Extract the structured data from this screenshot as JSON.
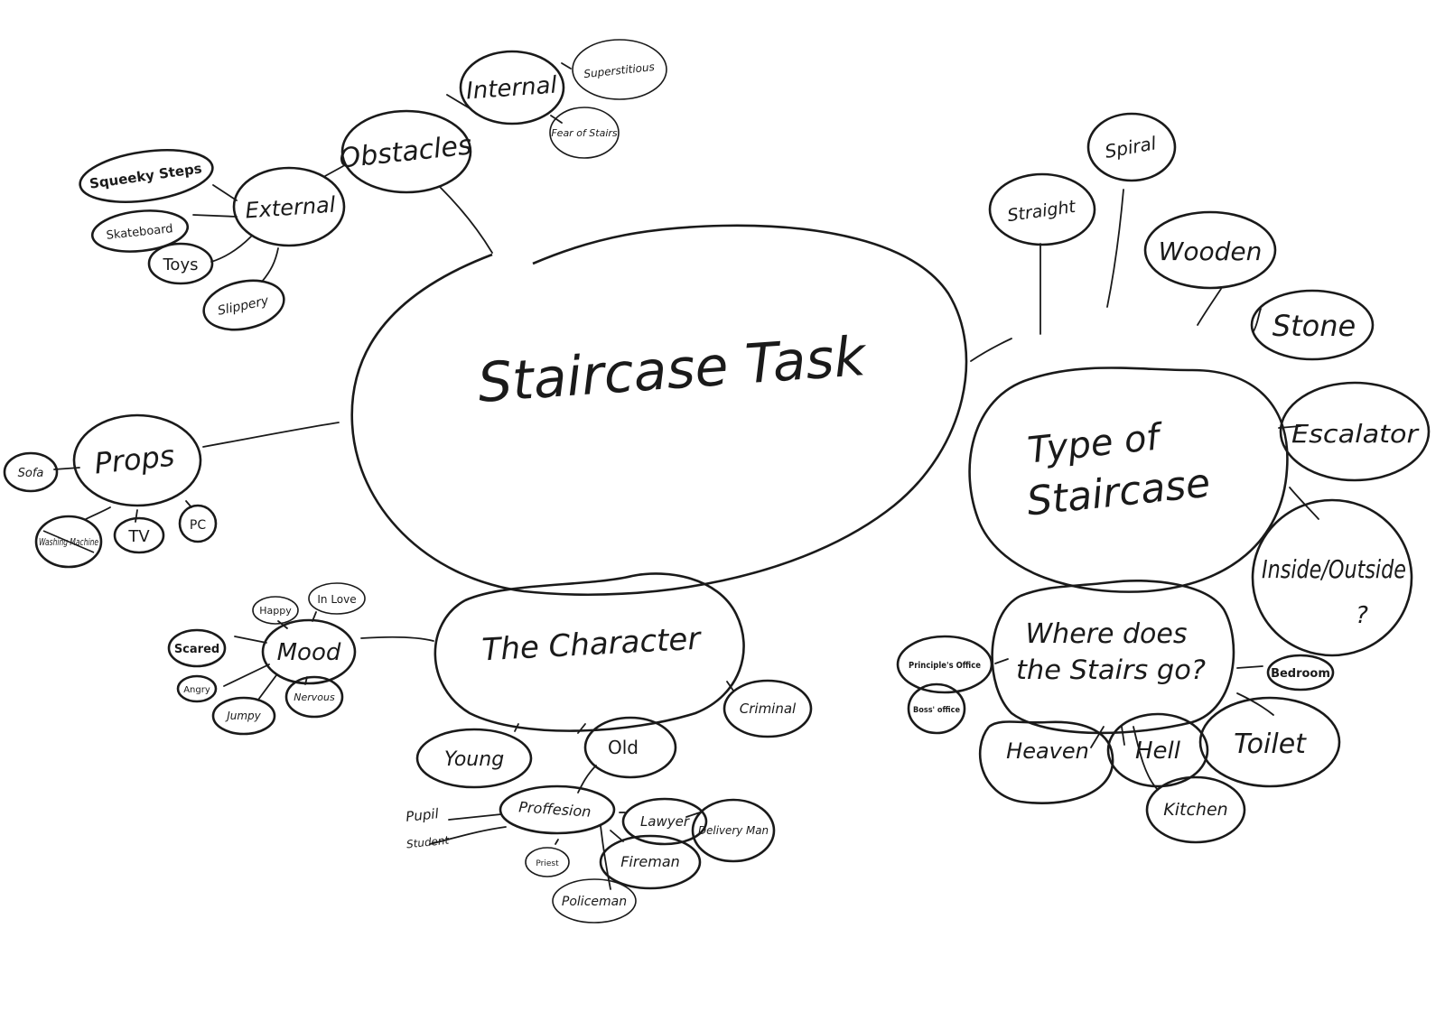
{
  "center": {
    "label": "Staircase Task"
  },
  "obstacles": {
    "label": "Obstacles",
    "internal": {
      "label": "Internal",
      "items": [
        "Superstitious",
        "Fear of Stairs"
      ]
    },
    "external": {
      "label": "External",
      "items": [
        "Squeeky Steps",
        "Skateboard",
        "Toys",
        "Slippery"
      ]
    }
  },
  "props": {
    "label": "Props",
    "items": [
      "Sofa",
      "Washing Machine",
      "TV",
      "PC"
    ]
  },
  "character": {
    "label": "The Character",
    "mood": {
      "label": "Mood",
      "items": [
        "Happy",
        "In Love",
        "Scared",
        "Angry",
        "Jumpy",
        "Nervous"
      ]
    },
    "criminal": "Criminal",
    "young": "Young",
    "old": "Old",
    "profession": {
      "label": "Proffesion",
      "items": [
        "Pupil",
        "Student",
        "Lawyer",
        "Delivery Man",
        "Priest",
        "Fireman",
        "Policeman"
      ]
    }
  },
  "type_of_staircase": {
    "label_line1": "Type of",
    "label_line2": "Staircase",
    "items": [
      "Spiral",
      "Straight",
      "Wooden",
      "Stone",
      "Escalator"
    ],
    "inside_outside": {
      "line1": "Inside/Outside",
      "line2": "?"
    }
  },
  "where": {
    "label_line1": "Where does",
    "label_line2": "the Stairs go?",
    "items": [
      "Principle's Office",
      "Boss' office",
      "Bedroom",
      "Heaven",
      "Hell",
      "Toilet",
      "Kitchen"
    ]
  }
}
